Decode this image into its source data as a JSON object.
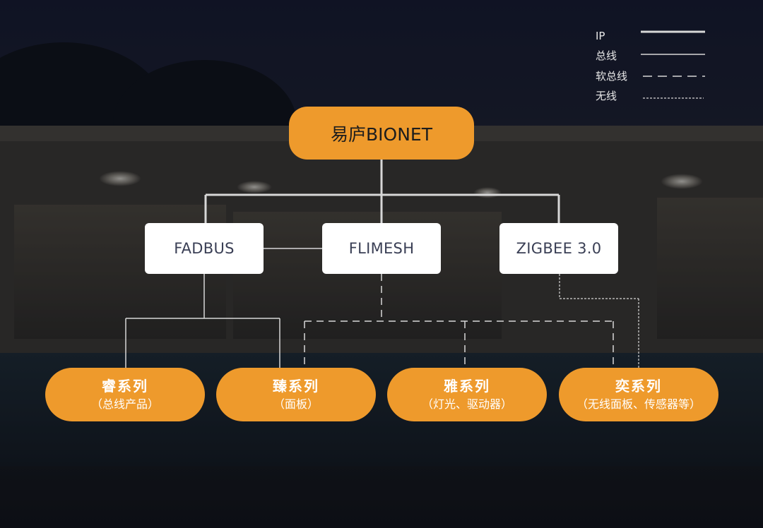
{
  "legend": [
    {
      "label": "IP",
      "style": "thick"
    },
    {
      "label": "总线",
      "style": "thin"
    },
    {
      "label": "软总线",
      "style": "dashed"
    },
    {
      "label": "无线",
      "style": "dotted"
    }
  ],
  "root": {
    "label": "易庐BIONET"
  },
  "protocols": [
    {
      "label": "FADBUS"
    },
    {
      "label": "FLIMESH"
    },
    {
      "label": "ZIGBEE 3.0"
    }
  ],
  "series": [
    {
      "title": "睿系列",
      "subtitle": "（总线产品）"
    },
    {
      "title": "臻系列",
      "subtitle": "（面板）"
    },
    {
      "title": "雅系列",
      "subtitle": "（灯光、驱动器）"
    },
    {
      "title": "奕系列",
      "subtitle": "（无线面板、传感器等）"
    }
  ],
  "colors": {
    "accent": "#ee9a2c",
    "line": "#d7d7d7",
    "box": "#ffffff"
  }
}
